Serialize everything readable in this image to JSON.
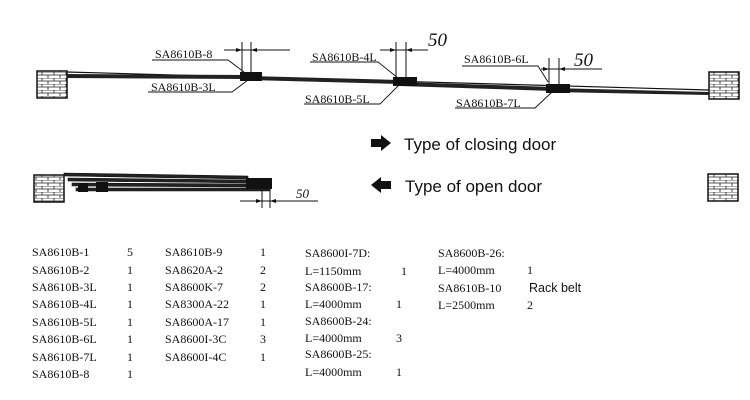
{
  "closing": {
    "labels": {
      "b8": "SA8610B-8",
      "b3l": "SA8610B-3L",
      "b4l": "SA8610B-4L",
      "b5l": "SA8610B-5L",
      "b6l": "SA8610B-6L",
      "b7l": "SA8610B-7L"
    },
    "dim1": "50",
    "dim2": "50",
    "caption": "Type of closing door"
  },
  "open": {
    "dim": "50",
    "caption": "Type of open door"
  },
  "parts": {
    "col1": [
      {
        "code": "SA8610B-1",
        "qty": "5"
      },
      {
        "code": "SA8610B-2",
        "qty": "1"
      },
      {
        "code": "SA8610B-3L",
        "qty": "1"
      },
      {
        "code": "SA8610B-4L",
        "qty": "1"
      },
      {
        "code": "SA8610B-5L",
        "qty": "1"
      },
      {
        "code": "SA8610B-6L",
        "qty": "1"
      },
      {
        "code": "SA8610B-7L",
        "qty": "1"
      },
      {
        "code": "SA8610B-8",
        "qty": "1"
      }
    ],
    "col2": [
      {
        "code": "SA8610B-9",
        "qty": "1"
      },
      {
        "code": "SA8620A-2",
        "qty": "2"
      },
      {
        "code": "SA8600K-7",
        "qty": "2"
      },
      {
        "code": "SA8300A-22",
        "qty": "1"
      },
      {
        "code": "SA8600A-17",
        "qty": "1"
      },
      {
        "code": "SA8600I-3C",
        "qty": "3"
      },
      {
        "code": "SA8600I-4C",
        "qty": "1"
      }
    ],
    "col3": {
      "i7d": "SA8600I-7D:",
      "i7d_len": "L=1150mm",
      "i7d_qty": "1",
      "b17": "SA8600B-17:",
      "b17_len": "L=4000mm",
      "b17_qty": "1",
      "b24": "SA8600B-24:",
      "b24_len": "L=4000mm",
      "b24_qty": "3",
      "b25": "SA8600B-25:",
      "b25_len": "L=4000mm",
      "b25_qty": "1"
    },
    "col4": {
      "b26": "SA8600B-26:",
      "b26_len": "L=4000mm",
      "b26_qty": "1",
      "b10": "SA8610B-10",
      "b10_note": "Rack belt",
      "b10_len": "L=2500mm",
      "b10_qty": "2"
    }
  }
}
